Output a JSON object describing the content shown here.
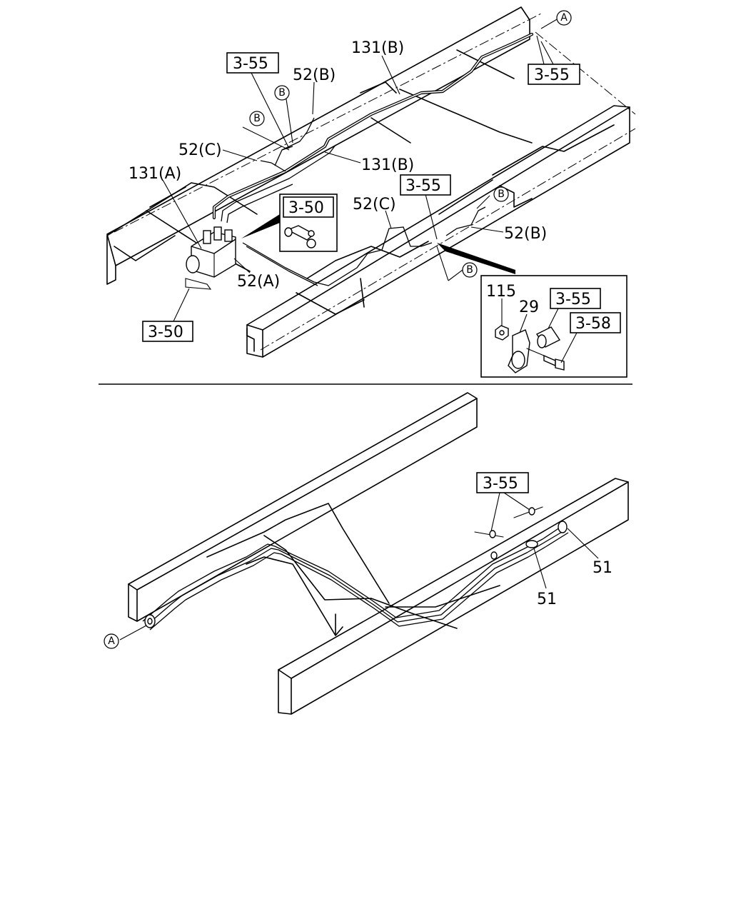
{
  "upper": {
    "part_labels": {
      "p131B_top": "131(B)",
      "p52B_top": "52(B)",
      "p52C_left": "52(C)",
      "p131B_mid": "131(B)",
      "p131A": "131(A)",
      "p52C_right": "52(C)",
      "p52B_right": "52(B)",
      "p52A": "52(A)",
      "p115": "115",
      "p29": "29"
    },
    "ref_boxes": {
      "r355_topleft": "3-55",
      "r355_topright": "3-55",
      "r350_inset": "3-50",
      "r355_mid": "3-55",
      "r350_bottom": "3-50",
      "r355_detail": "3-55",
      "r358_detail": "3-58"
    },
    "callouts": {
      "A": "A",
      "B": "B"
    }
  },
  "lower": {
    "part_labels": {
      "p51_right": "51",
      "p51_mid": "51"
    },
    "ref_boxes": {
      "r355": "3-55"
    },
    "callouts": {
      "A": "A"
    }
  }
}
